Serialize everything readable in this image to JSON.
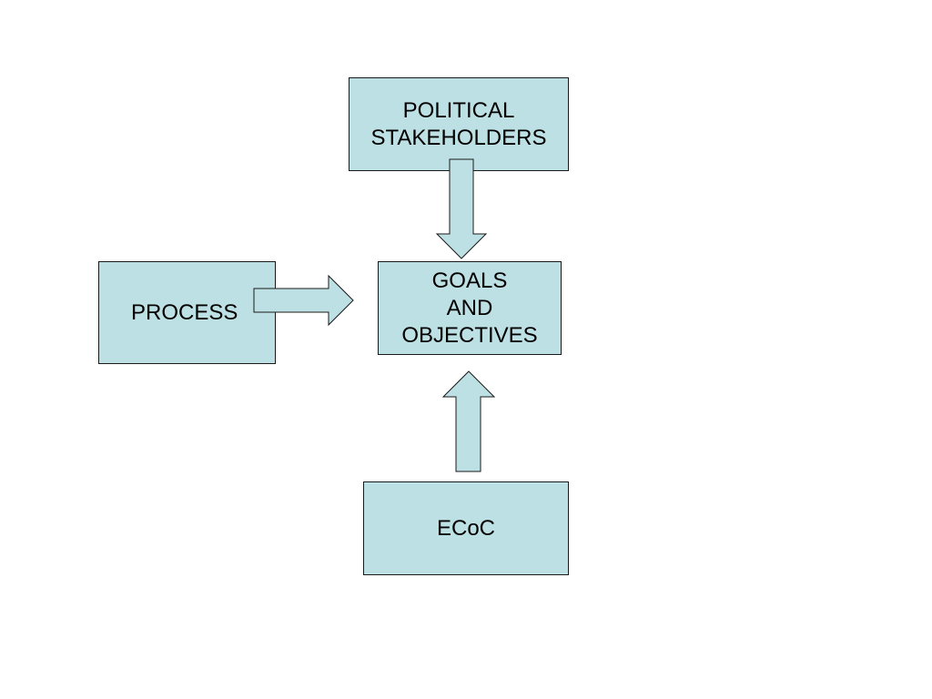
{
  "diagram": {
    "fill_color": "#bde0e4",
    "boxes": {
      "political": "POLITICAL\nSTAKEHOLDERS",
      "goals": "GOALS\nAND\nOBJECTIVES",
      "process": "PROCESS",
      "ecoc": "ECoC"
    },
    "connections": [
      {
        "from": "POLITICAL STAKEHOLDERS",
        "to": "GOALS AND OBJECTIVES"
      },
      {
        "from": "PROCESS",
        "to": "GOALS AND OBJECTIVES"
      },
      {
        "from": "ECoC",
        "to": "GOALS AND OBJECTIVES"
      }
    ]
  }
}
